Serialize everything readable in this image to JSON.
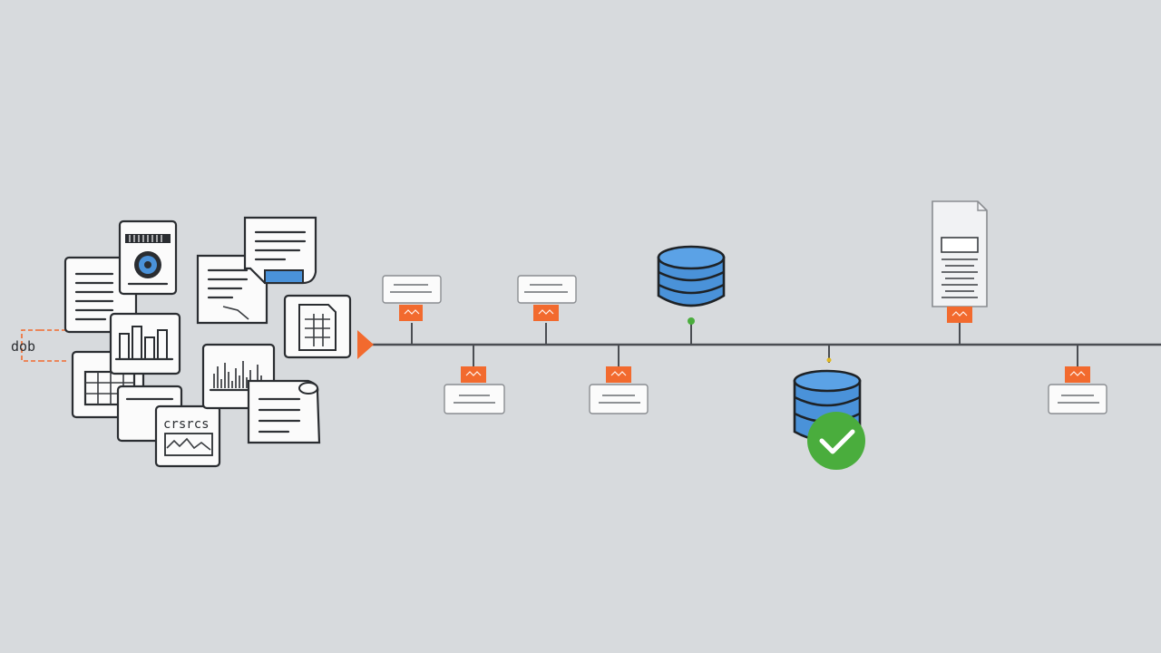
{
  "colors": {
    "background": "#d7dadd",
    "timeline": "#4a4d52",
    "accent_orange": "#f26a2e",
    "database_blue": "#4a92d9",
    "success_green": "#4aad3d",
    "card_fill": "#fbfbfb",
    "outline": "#2a2d31"
  },
  "source_cluster": {
    "input_tag": "dob",
    "chart_card_label": "crsrcs"
  },
  "timeline": {
    "stages": [
      {
        "id": "event-1",
        "side": "above",
        "icon": "orange-flag-icon"
      },
      {
        "id": "event-2",
        "side": "below",
        "icon": "orange-flag-icon"
      },
      {
        "id": "event-3",
        "side": "above",
        "icon": "orange-flag-icon"
      },
      {
        "id": "event-4",
        "side": "below",
        "icon": "orange-flag-icon"
      },
      {
        "id": "database-1",
        "side": "above",
        "icon": "database-icon"
      },
      {
        "id": "database-2",
        "side": "below",
        "icon": "database-check-icon"
      },
      {
        "id": "report",
        "side": "above",
        "icon": "report-document-icon"
      },
      {
        "id": "event-5",
        "side": "below",
        "icon": "orange-flag-icon"
      }
    ]
  }
}
